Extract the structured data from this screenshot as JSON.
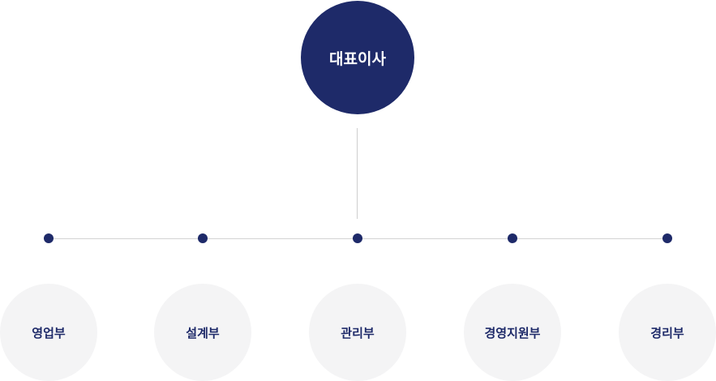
{
  "ceo": {
    "label": "대표이사"
  },
  "departments": [
    {
      "label": "영업부"
    },
    {
      "label": "설계부"
    },
    {
      "label": "관리부"
    },
    {
      "label": "경영지원부"
    },
    {
      "label": "경리부"
    }
  ],
  "colors": {
    "primary": "#1e2a69",
    "dept_bg": "#f4f4f5",
    "line": "#d4d4d4"
  }
}
